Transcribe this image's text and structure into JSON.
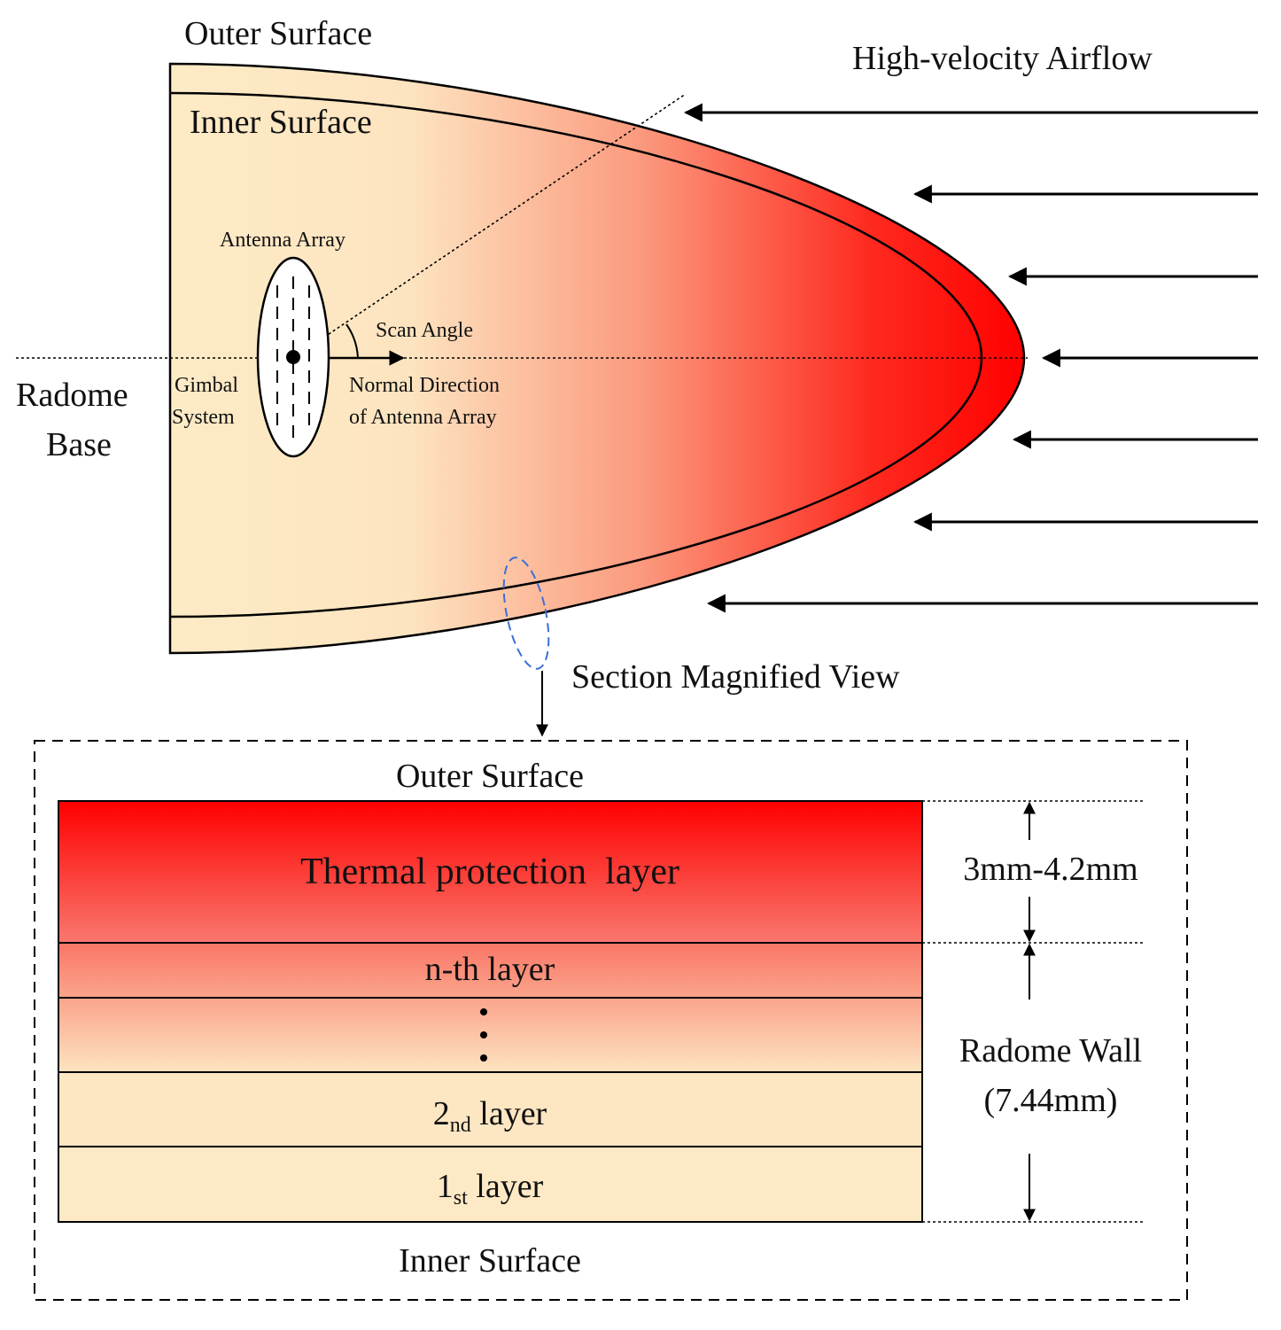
{
  "colors": {
    "hot": "#ff0000",
    "cool": "#fdebc6",
    "stroke": "#000000",
    "highlight_ellipse": "#3a6fd8"
  },
  "radome": {
    "outer_surface_label": "Outer Surface",
    "inner_surface_label": "Inner Surface",
    "airflow_label": "High-velocity Airflow",
    "antenna_array_label": "Antenna Array",
    "scan_angle_label": "Scan Angle",
    "gimbal_label_line1": "Gimbal",
    "gimbal_label_line2": "System",
    "normal_direction_line1": "Normal Direction",
    "normal_direction_line2": "of Antenna Array",
    "radome_base_line1": "Radome",
    "radome_base_line2": "Base",
    "section_view_label": "Section Magnified View",
    "airflow_arrow_count": 7
  },
  "section": {
    "outer_surface_label": "Outer Surface",
    "inner_surface_label": "Inner Surface",
    "layers": {
      "thermal": "Thermal protection  layer",
      "nth": "n-th layer",
      "second_base": "2",
      "second_sub": "nd",
      "second_rest": " layer",
      "first_base": "1",
      "first_sub": "st",
      "first_rest": " layer"
    },
    "thermal_thickness": "3mm-4.2mm",
    "wall_label_line1": "Radome Wall",
    "wall_label_line2": "(7.44mm)"
  }
}
